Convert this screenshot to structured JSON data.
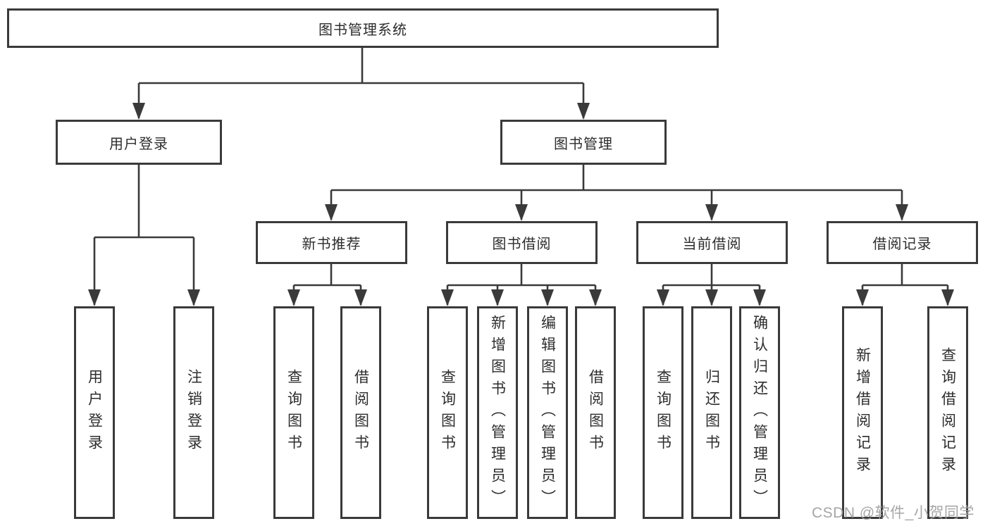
{
  "tree": {
    "label": "图书管理系统",
    "children": [
      {
        "label": "用户登录",
        "children": [
          {
            "label": "用户登录"
          },
          {
            "label": "注销登录"
          }
        ]
      },
      {
        "label": "图书管理",
        "children": [
          {
            "label": "新书推荐",
            "children": [
              {
                "label": "查询图书"
              },
              {
                "label": "借阅图书"
              }
            ]
          },
          {
            "label": "图书借阅",
            "children": [
              {
                "label": "查询图书"
              },
              {
                "label": "新增图书（管理员）"
              },
              {
                "label": "编辑图书（管理员）"
              },
              {
                "label": "借阅图书"
              }
            ]
          },
          {
            "label": "当前借阅",
            "children": [
              {
                "label": "查询图书"
              },
              {
                "label": "归还图书"
              },
              {
                "label": "确认归还（管理员）"
              }
            ]
          },
          {
            "label": "借阅记录",
            "children": [
              {
                "label": "新增借阅记录"
              },
              {
                "label": "查询借阅记录"
              }
            ]
          }
        ]
      }
    ]
  },
  "colors": {
    "box_border": "#3a3a3a",
    "connector": "#3a3a3a",
    "text": "#2d2d2d",
    "background": "#ffffff",
    "watermark": "#9e9e9e"
  },
  "watermark": {
    "text": "CSDN @软件_小贺同学"
  }
}
